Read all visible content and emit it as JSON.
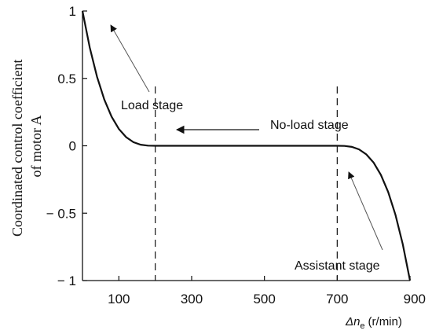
{
  "chart_data": {
    "type": "line",
    "title": "",
    "ylabel_lines": [
      "Coordinated control coefficient",
      "of motor A"
    ],
    "xlabel": {
      "symbol": "Δn",
      "subscript": "e",
      "unit": "(r/min)"
    },
    "xlim": [
      0,
      900
    ],
    "ylim": [
      -1,
      1
    ],
    "xticks": [
      {
        "value": 100,
        "label": "100"
      },
      {
        "value": 300,
        "label": "300"
      },
      {
        "value": 500,
        "label": "500"
      },
      {
        "value": 700,
        "label": "700"
      },
      {
        "value": 900,
        "label": "900"
      }
    ],
    "yticks": [
      {
        "value": 1,
        "label": "1"
      },
      {
        "value": 0.5,
        "label": "0.5"
      },
      {
        "value": 0,
        "label": "0"
      },
      {
        "value": -0.5,
        "label": "− 0.5"
      },
      {
        "value": -1,
        "label": "− 1"
      }
    ],
    "series": [
      {
        "x": [
          0,
          20,
          40,
          60,
          80,
          100,
          120,
          140,
          160,
          180,
          200,
          300,
          400,
          500,
          600,
          700,
          720,
          740,
          760,
          780,
          800,
          820,
          840,
          860,
          880,
          900
        ],
        "y": [
          1,
          0.729,
          0.512,
          0.343,
          0.216,
          0.125,
          0.064,
          0.027,
          0.008,
          0.001,
          0,
          0,
          0,
          0,
          0,
          0,
          -0.001,
          -0.008,
          -0.027,
          -0.064,
          -0.125,
          -0.216,
          -0.343,
          -0.512,
          -0.729,
          -1
        ]
      }
    ],
    "stage_boundaries": [
      200,
      700
    ],
    "annotations": [
      {
        "text": "Load stage"
      },
      {
        "text": "No-load stage"
      },
      {
        "text": "Assistant stage"
      }
    ]
  }
}
